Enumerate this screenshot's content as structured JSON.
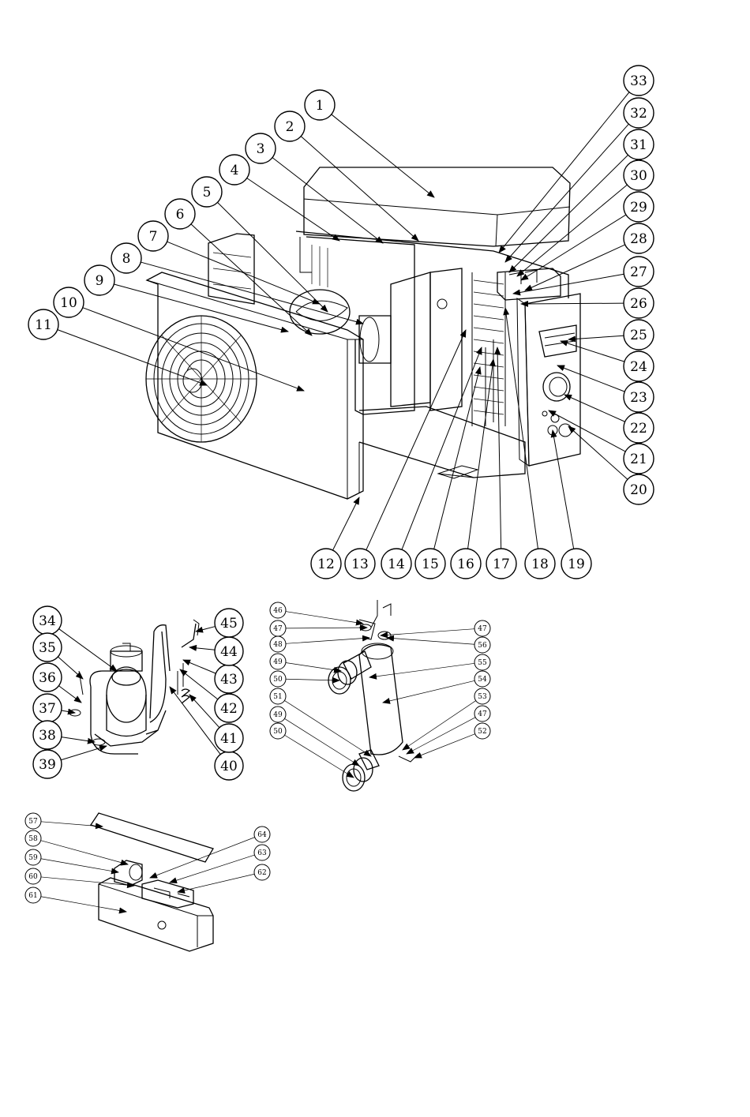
{
  "diagram": {
    "main_unit": {
      "callouts": [
        "1",
        "2",
        "3",
        "4",
        "5",
        "6",
        "7",
        "8",
        "9",
        "10",
        "11",
        "12",
        "13",
        "14",
        "15",
        "16",
        "17",
        "18",
        "19",
        "20",
        "21",
        "22",
        "23",
        "24",
        "25",
        "26",
        "27",
        "28",
        "29",
        "30",
        "31",
        "32",
        "33"
      ]
    },
    "compressor_assembly": {
      "callouts": [
        "34",
        "35",
        "36",
        "37",
        "38",
        "39",
        "40",
        "41",
        "42",
        "43",
        "44",
        "45"
      ]
    },
    "heat_exchanger": {
      "callouts": [
        "46",
        "47",
        "48",
        "49",
        "50",
        "51",
        "49",
        "50",
        "47",
        "56",
        "55",
        "54",
        "53",
        "47",
        "52"
      ]
    },
    "electrical_box": {
      "callouts": [
        "57",
        "58",
        "59",
        "60",
        "61",
        "64",
        "63",
        "62"
      ]
    }
  }
}
